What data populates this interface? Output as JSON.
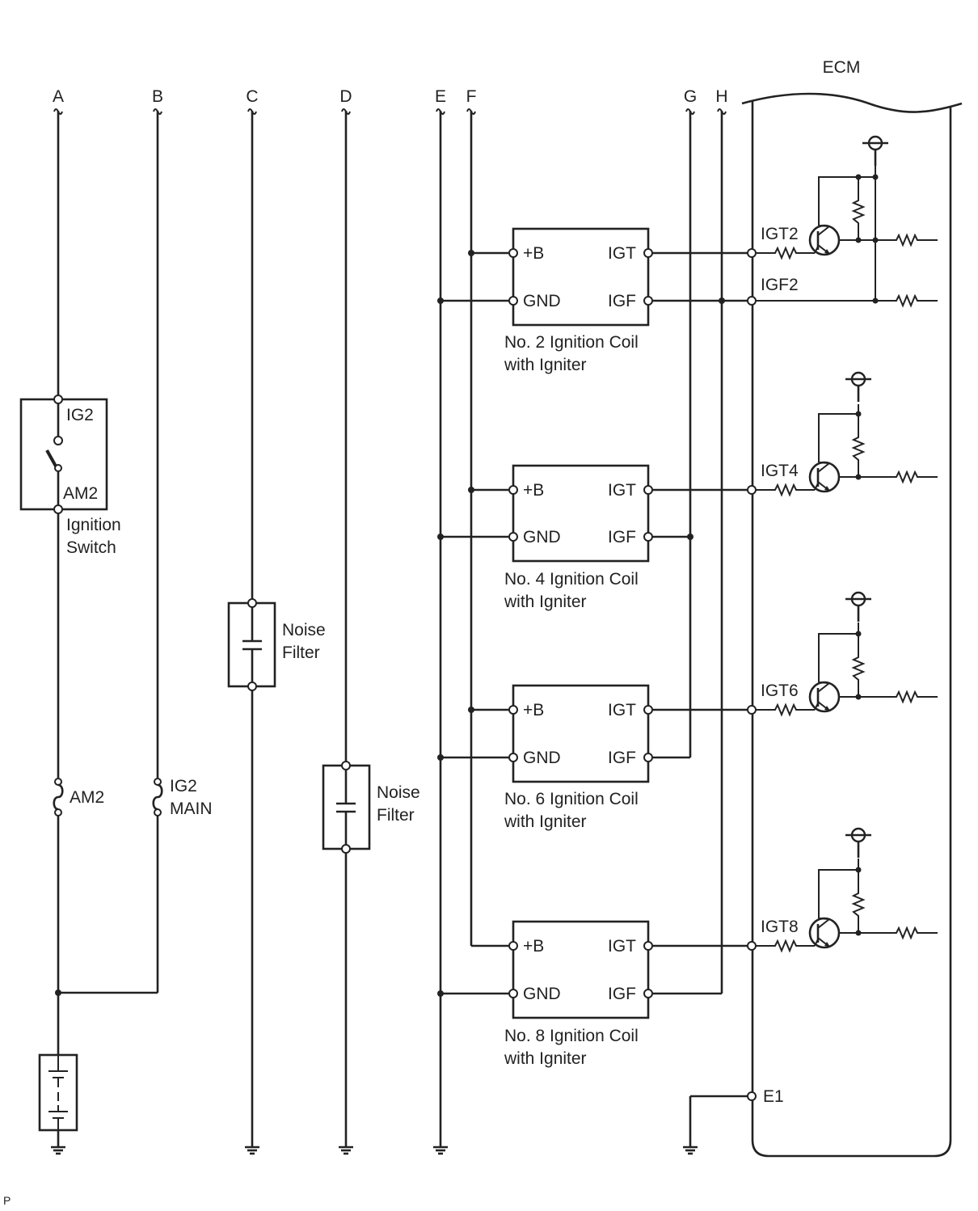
{
  "buses": {
    "a": "A",
    "b": "B",
    "c": "C",
    "d": "D",
    "e": "E",
    "f": "F",
    "g": "G",
    "h": "H"
  },
  "ecm": {
    "title": "ECM",
    "e1": "E1"
  },
  "ignition_switch": {
    "terminal_top": "IG2",
    "terminal_bottom": "AM2",
    "label_line1": "Ignition",
    "label_line2": "Switch"
  },
  "fuses": {
    "am2": "AM2",
    "ig2_main_line1": "IG2",
    "ig2_main_line2": "MAIN"
  },
  "noise_filter": {
    "line1": "Noise",
    "line2": "Filter"
  },
  "coil_pins": {
    "b": "+B",
    "gnd": "GND",
    "igt": "IGT",
    "igf": "IGF"
  },
  "coils": [
    {
      "title": "No. 2 Ignition Coil",
      "subtitle": "with Igniter",
      "ecm_igt": "IGT2",
      "ecm_igf": "IGF2"
    },
    {
      "title": "No. 4 Ignition Coil",
      "subtitle": "with Igniter",
      "ecm_igt": "IGT4"
    },
    {
      "title": "No. 6 Ignition Coil",
      "subtitle": "with Igniter",
      "ecm_igt": "IGT6"
    },
    {
      "title": "No. 8 Ignition Coil",
      "subtitle": "with Igniter",
      "ecm_igt": "IGT8"
    }
  ],
  "footer": "P"
}
